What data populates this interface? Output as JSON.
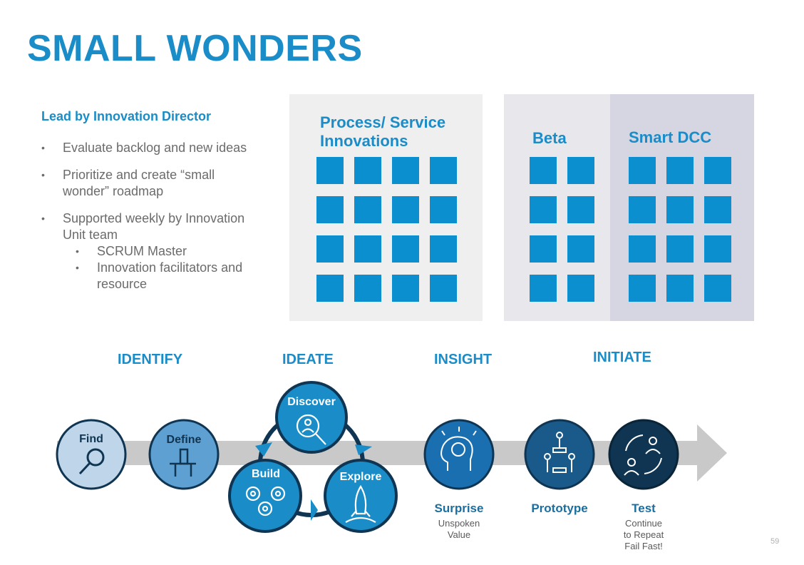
{
  "title": "SMALL WONDERS",
  "lead": "Lead by Innovation Director",
  "bullets": [
    "Evaluate backlog and new ideas",
    "Prioritize and create “small wonder” roadmap",
    "Supported weekly by Innovation Unit team"
  ],
  "sub_bullets": [
    "SCRUM Master",
    "Innovation facilitators and resource"
  ],
  "panels": {
    "process": "Process/ Service Innovations",
    "beta": "Beta",
    "smart": "Smart DCC"
  },
  "phases": [
    "IDENTIFY",
    "IDEATE",
    "INSIGHT",
    "INITIATE"
  ],
  "circles": {
    "find": "Find",
    "define": "Define",
    "discover": "Discover",
    "build": "Build",
    "explore": "Explore"
  },
  "steps": {
    "surprise": {
      "label": "Surprise",
      "sub": [
        "Unspoken",
        "Value"
      ]
    },
    "prototype": {
      "label": "Prototype"
    },
    "test": {
      "label": "Test",
      "sub": [
        "Continue",
        "to Repeat",
        "Fail Fast!"
      ]
    }
  },
  "page_number": "59",
  "colors": {
    "accent": "#1a8cc7",
    "square": "#0b8fcf",
    "arrow": "#c9c9c9",
    "dark": "#0f3552"
  },
  "icons": [
    "magnifier-icon",
    "pencil-hand-icon",
    "person-search-icon",
    "gears-icon",
    "rocket-icon",
    "brain-head-icon",
    "team-build-icon",
    "people-cycle-icon"
  ]
}
